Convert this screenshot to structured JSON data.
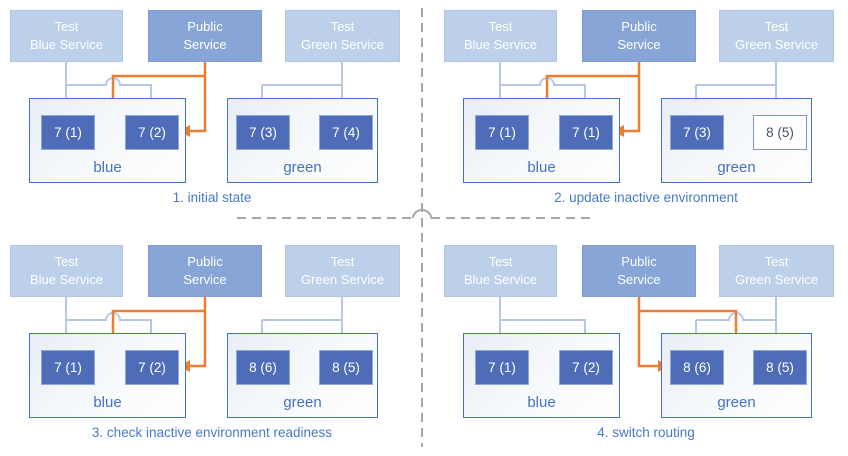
{
  "colors": {
    "accent-blue": "#4472c4",
    "caption-blue": "#4779c9",
    "service-light": "#bdd0e9",
    "service-public": "#87a5d6",
    "pod-fill": "#4e6cb8",
    "pod-new-border": "#8496c8",
    "pod-new-text": "#44546a",
    "line-light-blue": "#b6c7e6",
    "line-orange": "#ed7d31",
    "divider-gray": "#a6a6a6"
  },
  "services": [
    {
      "line1": "Test",
      "line2": "Blue Service"
    },
    {
      "line1": "Public",
      "line2": "Service"
    },
    {
      "line1": "Test",
      "line2": "Green Service"
    }
  ],
  "panels": [
    {
      "caption": "1. initial state",
      "public_route": "blue",
      "environments": [
        {
          "label": "blue",
          "pods": [
            {
              "label": "7 (1)",
              "css": "pod"
            },
            {
              "label": "7 (2)",
              "css": "pod"
            }
          ]
        },
        {
          "label": "green",
          "pods": [
            {
              "label": "7 (3)",
              "css": "pod"
            },
            {
              "label": "7 (4)",
              "css": "pod"
            }
          ]
        }
      ]
    },
    {
      "caption": "2. update inactive environment",
      "public_route": "blue",
      "environments": [
        {
          "label": "blue",
          "pods": [
            {
              "label": "7 (1)",
              "css": "pod"
            },
            {
              "label": "7 (1)",
              "css": "pod"
            }
          ]
        },
        {
          "label": "green",
          "pods": [
            {
              "label": "7 (3)",
              "css": "pod"
            },
            {
              "label": "8 (5)",
              "css": "pod pod-new"
            }
          ]
        }
      ]
    },
    {
      "caption": "3. check inactive environment readiness",
      "public_route": "blue",
      "environments": [
        {
          "label": "blue",
          "pods": [
            {
              "label": "7 (1)",
              "css": "pod"
            },
            {
              "label": "7 (2)",
              "css": "pod"
            }
          ]
        },
        {
          "label": "green",
          "pods": [
            {
              "label": "8 (6)",
              "css": "pod"
            },
            {
              "label": "8 (5)",
              "css": "pod"
            }
          ]
        }
      ]
    },
    {
      "caption": "4. switch routing",
      "public_route": "green",
      "environments": [
        {
          "label": "blue",
          "pods": [
            {
              "label": "7 (1)",
              "css": "pod"
            },
            {
              "label": "7 (2)",
              "css": "pod"
            }
          ]
        },
        {
          "label": "green",
          "pods": [
            {
              "label": "8 (6)",
              "css": "pod"
            },
            {
              "label": "8 (5)",
              "css": "pod"
            }
          ]
        }
      ]
    }
  ]
}
